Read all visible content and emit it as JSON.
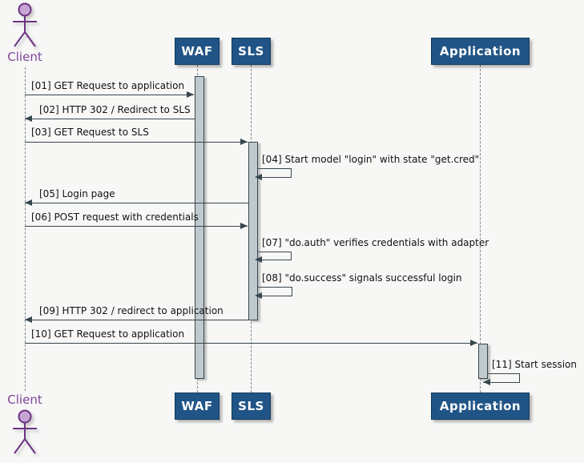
{
  "diagram": {
    "type": "sequence",
    "background_color": "#f7f7f6"
  },
  "actor": {
    "label": "Client",
    "stroke_color": "#6b3382",
    "head_fill_color": "#c6a5d2",
    "label_color": "#7e4499"
  },
  "participants": [
    {
      "label": "WAF"
    },
    {
      "label": "SLS"
    },
    {
      "label": "Application"
    }
  ],
  "participant_style": {
    "fill_color": "#205486",
    "border_color": "#14395c",
    "text_color": "#ffffff"
  },
  "lifeline_color": "#7f868d",
  "activation": {
    "fill_color": "#c0c9cd",
    "border_color": "#37474f"
  },
  "arrow_color": "#37474f",
  "message_text_color": "#121212",
  "messages": [
    {
      "seq": "01",
      "from": "Client",
      "to": "WAF",
      "kind": "arrow",
      "label": "[01] GET Request to application"
    },
    {
      "seq": "02",
      "from": "WAF",
      "to": "Client",
      "kind": "arrow",
      "label": "[02] HTTP 302 / Redirect to SLS"
    },
    {
      "seq": "03",
      "from": "Client",
      "to": "SLS",
      "kind": "arrow",
      "label": "[03] GET Request to SLS"
    },
    {
      "seq": "04",
      "from": "SLS",
      "to": "SLS",
      "kind": "self",
      "label": "[04] Start model \"login\" with state \"get.cred\""
    },
    {
      "seq": "05",
      "from": "SLS",
      "to": "Client",
      "kind": "arrow",
      "label": "[05] Login page"
    },
    {
      "seq": "06",
      "from": "Client",
      "to": "SLS",
      "kind": "arrow",
      "label": "[06] POST request with credentials"
    },
    {
      "seq": "07",
      "from": "SLS",
      "to": "SLS",
      "kind": "self",
      "label": "[07] \"do.auth\" verifies credentials with adapter"
    },
    {
      "seq": "08",
      "from": "SLS",
      "to": "SLS",
      "kind": "self",
      "label": "[08] \"do.success\" signals successful login"
    },
    {
      "seq": "09",
      "from": "SLS",
      "to": "Client",
      "kind": "arrow",
      "label": "[09] HTTP 302 / redirect to application"
    },
    {
      "seq": "10",
      "from": "Client",
      "to": "Application",
      "kind": "arrow",
      "label": "[10] GET Request to application"
    },
    {
      "seq": "11",
      "from": "Application",
      "to": "Application",
      "kind": "self",
      "label": "[11] Start session"
    }
  ]
}
